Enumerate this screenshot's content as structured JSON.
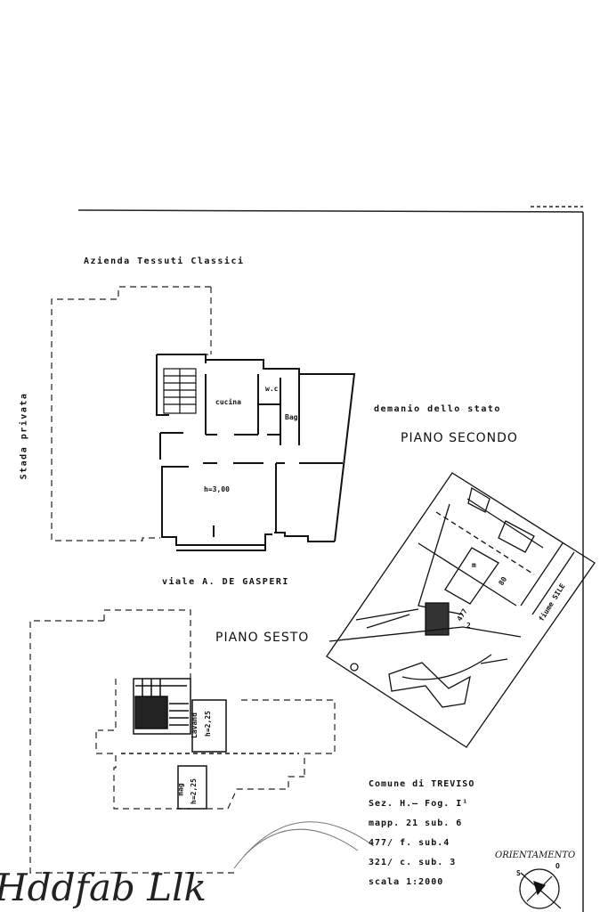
{
  "labels": {
    "azienda": "Azienda   Tessuti   Classici",
    "strada": "Stada  privata",
    "demanio": "demanio   dello   stato",
    "piano_secondo": "PIANO  SECONDO",
    "viale": "viale   A.  DE  GASPERI",
    "piano_sesto": "PIANO  SESTO",
    "cucina": "cucina",
    "wc": "w.c",
    "bag": "Bag",
    "altezza_secondo": "h=3,00",
    "lavand": "Lavand",
    "h_lavand": "h=2,25",
    "mag": "mag",
    "h_mag": "h=2,25",
    "fiume": "fiume  SILE",
    "map_80": "80",
    "map_477": "477",
    "map_2": "2",
    "map_mm": "m"
  },
  "cadastral": {
    "comune": "Comune   di   TREVISO",
    "sezione": "Sez. H.— Fog. I¹",
    "mappale": "mapp.  21  sub. 6",
    "line4": "477/ f.   sub.4",
    "line5": "321/ c.  sub.   3",
    "scala": "scala   1:2000"
  },
  "orientation": {
    "title": "ORIENTAMENTO",
    "south": "S",
    "north": "O"
  },
  "signature": "Hddfab   Llk"
}
